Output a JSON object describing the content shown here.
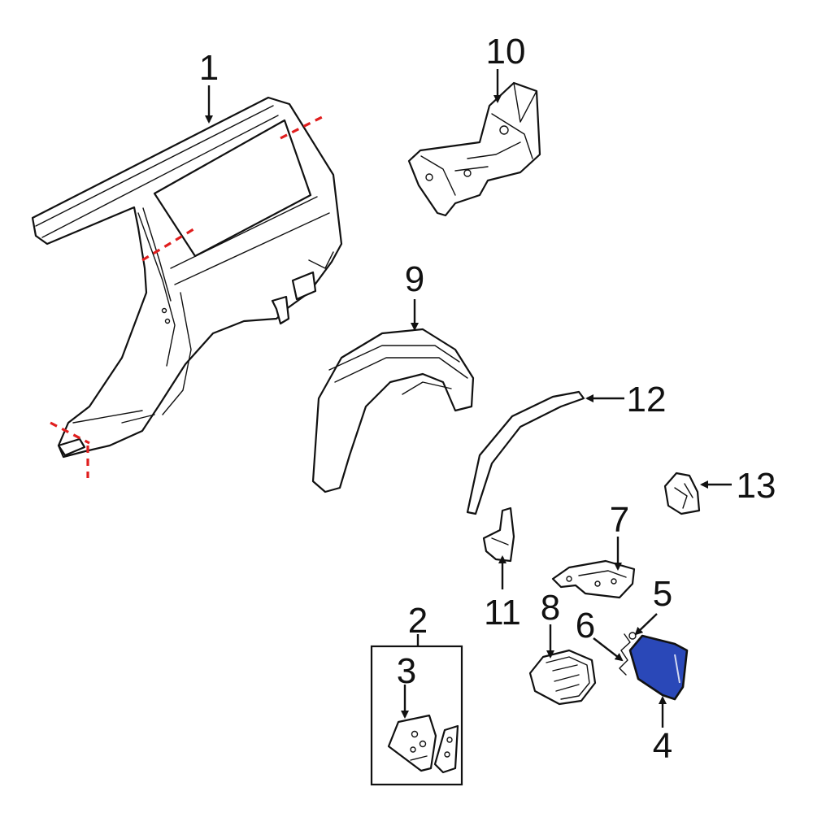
{
  "diagram": {
    "callouts": {
      "c1": "1",
      "c2": "2",
      "c3": "3",
      "c4": "4",
      "c5": "5",
      "c6": "6",
      "c7": "7",
      "c8": "8",
      "c9": "9",
      "c10": "10",
      "c11": "11",
      "c12": "12",
      "c13": "13"
    },
    "highlight_color": "#2a48b8",
    "cut_line_color": "#e01e1e"
  }
}
